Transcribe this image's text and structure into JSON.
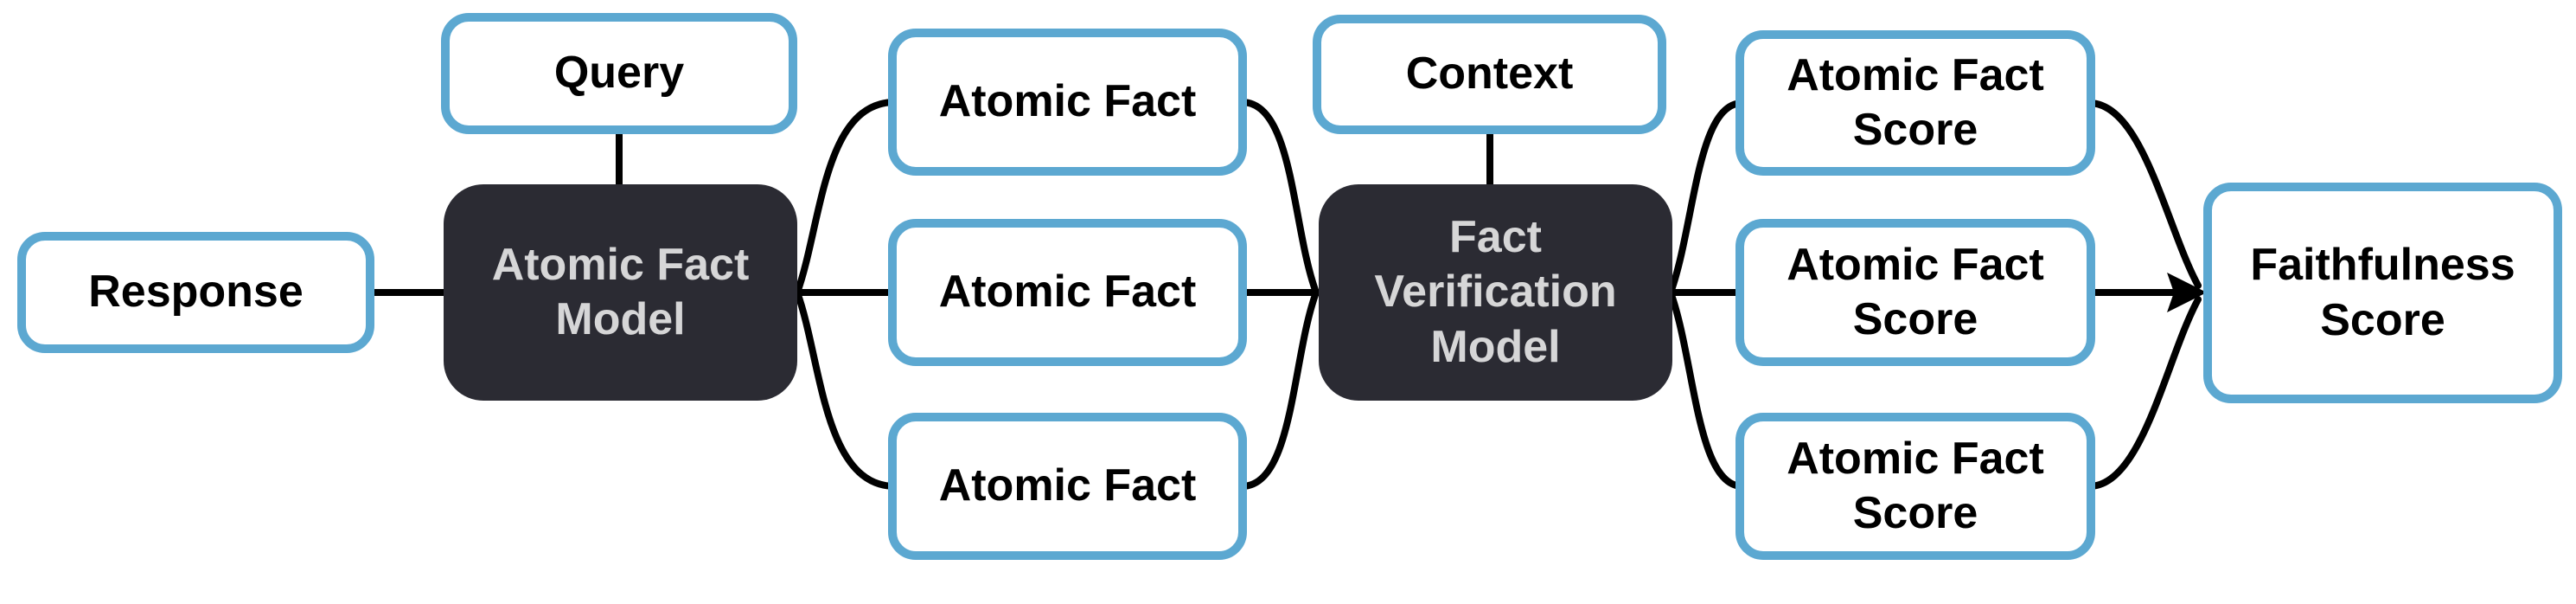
{
  "diagram": {
    "nodes": {
      "response": {
        "lines": [
          "Response"
        ]
      },
      "query": {
        "lines": [
          "Query"
        ]
      },
      "atomic_fact_model": {
        "lines": [
          "Atomic Fact",
          "Model"
        ]
      },
      "atomic_fact_1": {
        "lines": [
          "Atomic Fact"
        ]
      },
      "atomic_fact_2": {
        "lines": [
          "Atomic Fact"
        ]
      },
      "atomic_fact_3": {
        "lines": [
          "Atomic Fact"
        ]
      },
      "context": {
        "lines": [
          "Context"
        ]
      },
      "fact_verification_model": {
        "lines": [
          "Fact",
          "Verification",
          "Model"
        ]
      },
      "atomic_fact_score_1": {
        "lines": [
          "Atomic Fact",
          "Score"
        ]
      },
      "atomic_fact_score_2": {
        "lines": [
          "Atomic Fact",
          "Score"
        ]
      },
      "atomic_fact_score_3": {
        "lines": [
          "Atomic Fact",
          "Score"
        ]
      },
      "faithfulness_score": {
        "lines": [
          "Faithfulness",
          "Score"
        ]
      }
    },
    "colors": {
      "box_border": "#5CA8D1",
      "box_fill": "#FFFFFF",
      "box_text": "#000000",
      "model_fill": "#2B2B33",
      "model_text": "#D6D6D7",
      "connector": "#000000",
      "background": "#FFFFFF"
    }
  }
}
